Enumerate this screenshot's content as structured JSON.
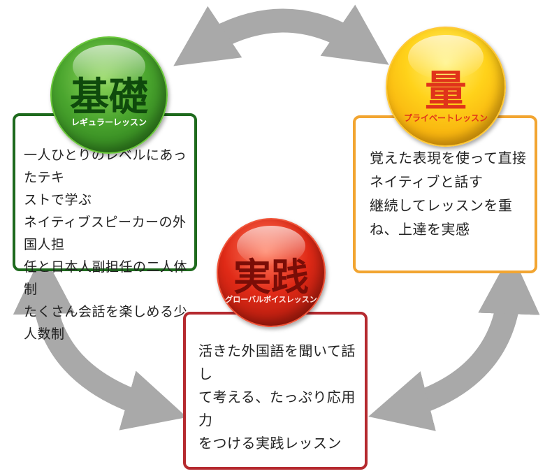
{
  "nodes": {
    "kiso": {
      "title": "基礎",
      "subtitle": "レギュラーレッスン",
      "description": "一人ひとりのレベルにあったテキ\nストで学ぶ\nネイティブスピーカーの外国人担\n任と日本人副担任の二人体制\nたくさん会話を楽しめる少人数制",
      "color": "#1e6a1d"
    },
    "ryo": {
      "title": "量",
      "subtitle": "プライベートレッスン",
      "description": "覚えた表現を使って直接\nネイティブと話す\n継続してレッスンを重\nね、上達を実感",
      "color": "#f2a531"
    },
    "jissen": {
      "title": "実践",
      "subtitle": "グローバルボイスレッスン",
      "description": "活きた外国語を聞いて話し\nて考える、たっぷり応用力\nをつける実践レッスン",
      "color": "#b52a2f"
    }
  },
  "arrow_color": "#a9a9a9"
}
